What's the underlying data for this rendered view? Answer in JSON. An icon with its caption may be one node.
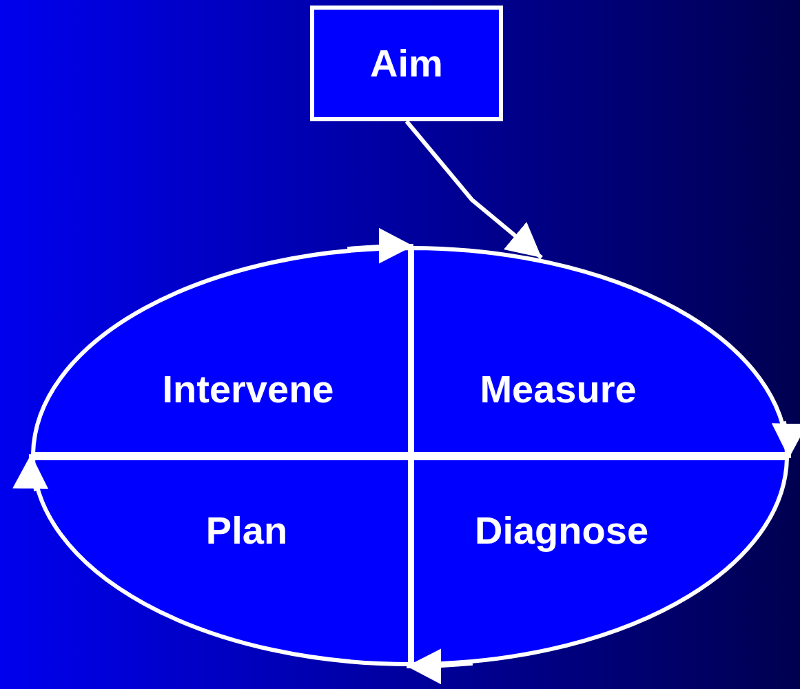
{
  "diagram": {
    "nodes": [
      {
        "text": [
          "Aim"
        ]
      },
      {
        "text": [
          "Intervene"
        ]
      },
      {
        "text": [
          "Measure"
        ]
      },
      {
        "text": [
          "Plan"
        ]
      },
      {
        "text": [
          "Diagnose"
        ]
      }
    ],
    "edges": [
      {
        "from": 0,
        "to": 2,
        "arrow": "to"
      },
      {
        "from": 1,
        "to": 2,
        "arrow": "to"
      },
      {
        "from": 2,
        "to": 4,
        "arrow": "to"
      },
      {
        "from": 4,
        "to": 3,
        "arrow": "to"
      },
      {
        "from": 3,
        "to": 1,
        "arrow": "to"
      }
    ]
  }
}
